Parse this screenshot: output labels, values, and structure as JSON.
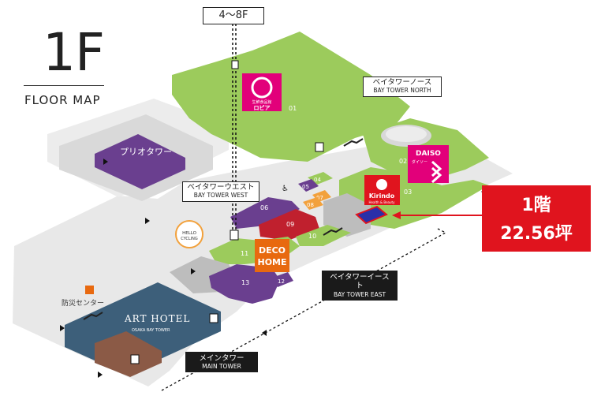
{
  "header": {
    "floor": "1F",
    "subtitle": "FLOOR MAP"
  },
  "upper_floors": "4〜8F",
  "labels": {
    "bay_tower_north_jp": "ベイタワーノース",
    "bay_tower_north_en": "BAY TOWER NORTH",
    "bay_tower_west_jp": "ベイタワーウエスト",
    "bay_tower_west_en": "BAY TOWER WEST",
    "bay_tower_east_jp": "ベイタワーイースト",
    "bay_tower_east_en": "BAY TOWER EAST",
    "main_tower_jp": "メインタワー",
    "main_tower_en": "MAIN TOWER",
    "prio_tower": "プリオタワー",
    "disaster_center": "防災センター"
  },
  "units": [
    "01",
    "02",
    "03",
    "04",
    "05",
    "06",
    "07",
    "08",
    "09",
    "10",
    "11",
    "12",
    "13"
  ],
  "stores": {
    "lopia_small": "生鮮食品館",
    "lopia_name": "ロピア",
    "daiso_name": "DAISO",
    "daiso_sub": "ダイソー",
    "kirindo_name": "Kirindo",
    "kirindo_sub": "Health & Beauty",
    "deco_line1": "DECO",
    "deco_line2": "HOME",
    "art_hotel": "ART HOTEL",
    "art_hotel_sub": "OSAKA BAY TOWER",
    "hello_cycling_1": "HELLO",
    "hello_cycling_2": "CYCLING"
  },
  "callout": {
    "line1": "1階",
    "line2": "22.56坪"
  },
  "colors": {
    "green": "#9ccb5c",
    "purple": "#6a3f8f",
    "red_unit": "#c0202e",
    "orange_unit": "#f2a13c",
    "grey_unit": "#bdbdbd",
    "hotel_blue": "#3d5f7a",
    "hotel_brown": "#8b5a46",
    "highlight": "#e0141e"
  }
}
